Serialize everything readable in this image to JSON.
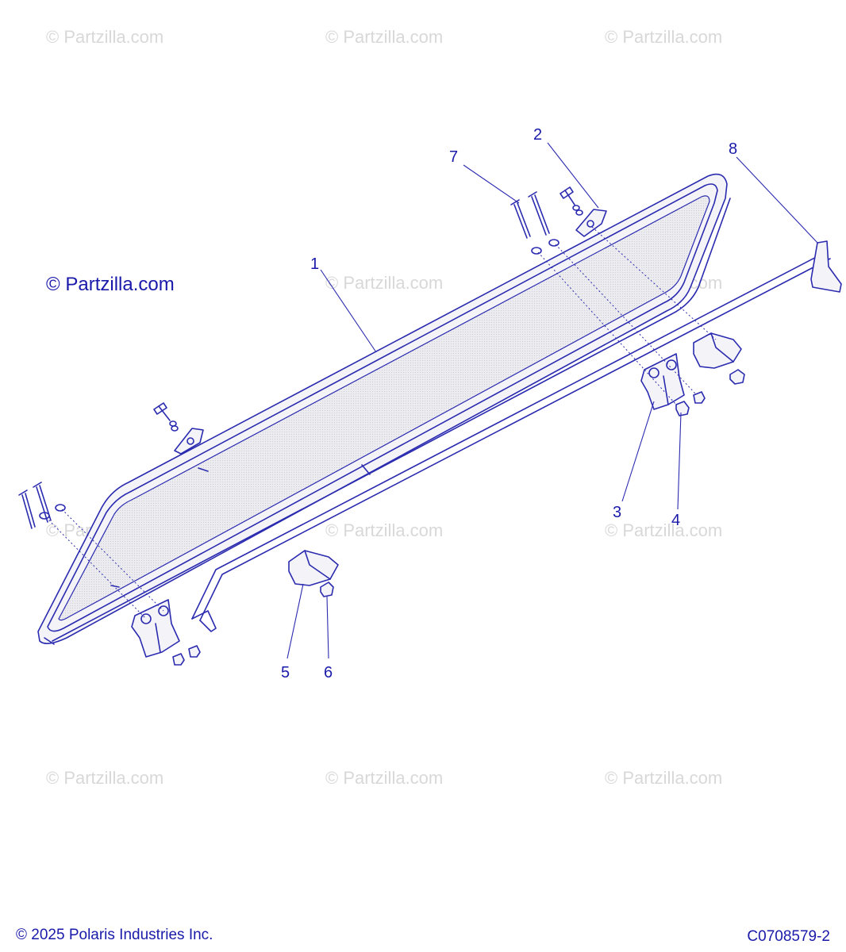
{
  "watermark": {
    "text": "© Partzilla.com",
    "main_text": "© Partzilla.com"
  },
  "callouts": [
    "1",
    "2",
    "3",
    "4",
    "5",
    "6",
    "7",
    "8"
  ],
  "footer": {
    "copyright": "© 2025 Polaris Industries Inc.",
    "diagram_code": "C0708579-2"
  },
  "colors": {
    "line": "#2b2bb0",
    "text": "#1a1aaa",
    "watermark": "#d8d8d8",
    "glass": "#e6e6ea"
  }
}
